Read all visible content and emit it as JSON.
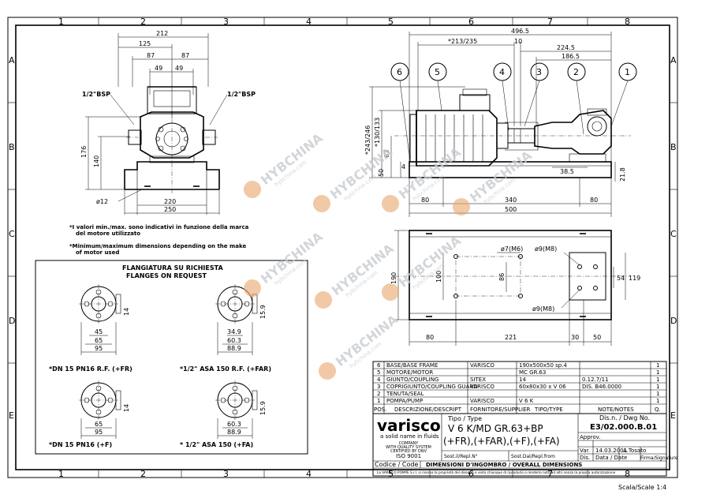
{
  "grid": {
    "cols": [
      "1",
      "2",
      "3",
      "4",
      "5",
      "6",
      "7",
      "8"
    ],
    "rows": [
      "A",
      "B",
      "C",
      "D",
      "E"
    ]
  },
  "front_view": {
    "dims": {
      "overall_width": "212",
      "d125": "125",
      "d87_left": "87",
      "d87_right": "87",
      "d49_left": "49",
      "d49_right": "49",
      "height_176": "176",
      "height_140": "140",
      "hole": "ø12",
      "d220": "220",
      "d250": "250"
    },
    "port_left": "1/2\"BSP",
    "port_right": "1/2\"BSP"
  },
  "notes": {
    "it_line1": "*I valori min./max. sono indicativi in funzione della marca",
    "it_line2": "del motore utilizzato",
    "en_line1": "*Minimum/maximum dimensions depending on the make",
    "en_line2": "of motor used"
  },
  "side_view": {
    "dims": {
      "d496_5": "496.5",
      "d213_235": "*213/235",
      "d10": "10",
      "d224_5": "224.5",
      "d186_5": "186.5",
      "d130_133": "*130/133",
      "d243_246": "*243/246",
      "d63": "63",
      "d50": "50",
      "d4": "4",
      "d38_5": "38.5",
      "d21_8": "21.8",
      "d80": "80",
      "d340": "340",
      "d80b": "80",
      "d500": "500"
    },
    "balloons": [
      "6",
      "5",
      "4",
      "3",
      "2",
      "1"
    ]
  },
  "base_view": {
    "dims": {
      "d190": "190",
      "d100": "100",
      "d86": "86",
      "d54": "54",
      "d119": "119",
      "d80": "80",
      "d221": "221",
      "d30": "30",
      "d50": "50"
    },
    "hole_m6": "ø7(M6)",
    "hole_m8_top": "ø9(M8)",
    "hole_m8_bottom": "ø9(M8)"
  },
  "flanges": {
    "title_it": "FLANGIATURA SU RICHIESTA",
    "title_en": "FLANGES ON REQUEST",
    "items": [
      {
        "caption": "*DN 15 PN16 R.F. (+FR)",
        "d_a": "45",
        "d_b": "65",
        "d_c": "95",
        "thick": "14"
      },
      {
        "caption": "*1/2\" ASA 150 R.F. (+FAR)",
        "d_a": "34.9",
        "d_b": "60.3",
        "d_c": "88.9",
        "thick": "15.9"
      },
      {
        "caption": "*DN 15 PN16 (+F)",
        "d_b": "65",
        "d_c": "95",
        "thick": "14"
      },
      {
        "caption": "* 1/2\" ASA 150 (+FA)",
        "d_b": "60.3",
        "d_c": "88.9",
        "thick": "15.9"
      }
    ]
  },
  "bom": {
    "rows": [
      {
        "pos": "6",
        "desc": "BASE/BASE FRAME",
        "supplier": "VARISCO",
        "type": "190x500x50 sp.4",
        "notes": "",
        "q": "1"
      },
      {
        "pos": "5",
        "desc": "MOTORE/MOTOR",
        "supplier": "",
        "type": "MC GR.63",
        "notes": "",
        "q": "1"
      },
      {
        "pos": "4",
        "desc": "GIUNTO/COUPLING",
        "supplier": "SITEX",
        "type": "14",
        "notes": "0.12.7/11",
        "q": "1"
      },
      {
        "pos": "3",
        "desc": "COPRIGIUNTO/COUPLING GUARD",
        "supplier": "VARISCO",
        "type": "60x80x30 x V 06",
        "notes": "DIS. B46.0000",
        "q": "1"
      },
      {
        "pos": "2",
        "desc": "TENUTA/SEAL",
        "supplier": "",
        "type": "",
        "notes": "",
        "q": "1"
      },
      {
        "pos": "1",
        "desc": "POMPA/PUMP",
        "supplier": "VARISCO",
        "type": "V 6 K",
        "notes": "",
        "q": "1"
      }
    ],
    "headers": {
      "pos": "POS.",
      "desc": "DESCRIZIONE/DESCRIPT",
      "supplier": "FORNITORE/SUPPLIER",
      "type": "TIPO/TYPE",
      "notes": "NOTE/NOTES",
      "q": "Q."
    }
  },
  "title_block": {
    "logo": "varisco",
    "logo_sub": "a solid name in fluids",
    "cert1": "COMPANY",
    "cert2": "WITH QUALITY SYSTEM",
    "cert3": "CERTIFIED BY DNV",
    "cert4": "ISO 9001",
    "type_label": "Tipo / Type",
    "type_line1": "V 6 K/MD GR.63+BP",
    "type_line2": "(+FR),(+FAR),(+F),(+FA)",
    "dwg_label": "Dis.n. / Dwg No.",
    "dwg_no": "E3/02.000.B.01",
    "approv": "Approv.",
    "var": "Var.",
    "dis": "Dis.",
    "date": "14.03.2001",
    "author": "A.Tosato",
    "date_label": "Data / Date",
    "sign_label": "Firma/Signature",
    "sost1": "Sost.il/Repl.N°",
    "sost2": "Sost.Dal/Repl.from",
    "code_label": "Codice / Code",
    "title": "DIMENSIONI D'INGOMBRO / OVERALL DIMENSIONS",
    "footer": "La VARISCO POMPE S.r.l. si riserva la proprietà del disegno e vieta chiunque di riprodurlo o renderlo noto ad altri senza la propria autorizzazione"
  },
  "scale": "Scala/Scale 1:4",
  "watermark": {
    "text": "HYBCHINA",
    "url": "hybchina.com"
  }
}
